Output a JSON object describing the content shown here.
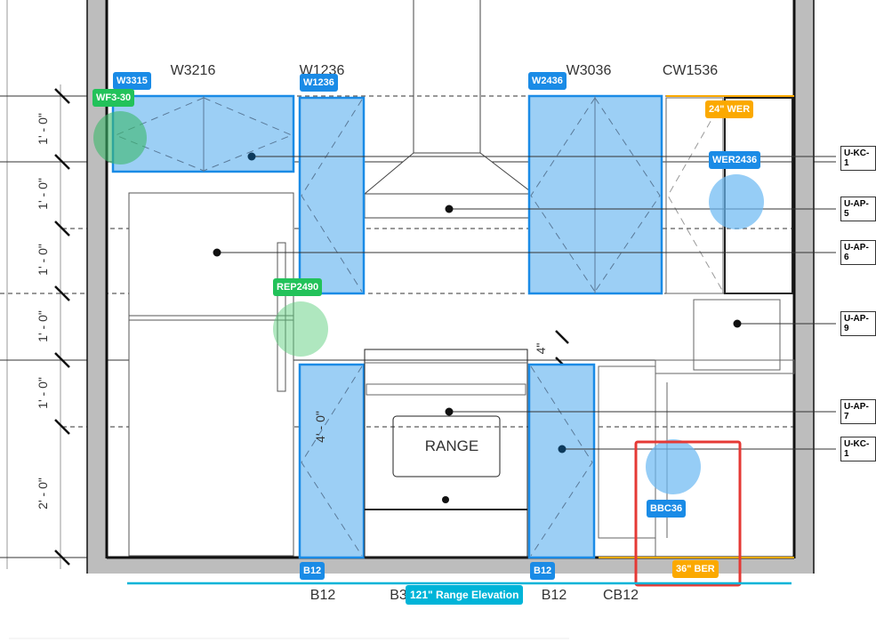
{
  "top_labels": [
    "W3216",
    "W1236",
    "W3036",
    "CW1536"
  ],
  "bottom_labels": [
    "B12",
    "B3",
    "B12",
    "CB12"
  ],
  "tags": {
    "w3315": "W3315",
    "wf330": "WF3-30",
    "w1236": "W1236",
    "w2436": "W2436",
    "wer24": "24\" WER",
    "wer2436": "WER2436",
    "rep2490": "REP2490",
    "bbc36": "BBC36",
    "b12a": "B12",
    "b12b": "B12",
    "ber36": "36\" BER",
    "elevation": "121\" Range Elevation"
  },
  "refs": [
    "U-KC-1",
    "U-AP-5",
    "U-AP-6",
    "U-AP-9",
    "U-AP-7",
    "U-KC-1"
  ],
  "dims": [
    "1' - 0\"",
    "1' - 0\"",
    "1' - 0\"",
    "1' - 0\"",
    "1' - 0\"",
    "2' - 0\""
  ],
  "inner_dims": {
    "base_height": "4' - 0\"",
    "backsplash": "4\""
  },
  "range_label": "RANGE",
  "colors": {
    "cabinet": "#1a8be6",
    "appliance": "#22c25a",
    "wall": "#bdbdbd",
    "selection": "#e53935"
  }
}
